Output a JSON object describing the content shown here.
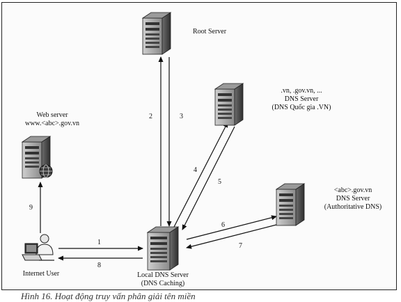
{
  "nodes": {
    "root_server": {
      "label": "Root Server"
    },
    "dns_vn": {
      "line1": ".vn, .gov.vn, ...",
      "line2": "DNS Server",
      "line3": "(DNS Quốc gia .VN)"
    },
    "web_server": {
      "line1": "Web server",
      "line2": "www.<abc>.gov.vn"
    },
    "auth_dns": {
      "line1": "<abc>.gov.vn",
      "line2": "DNS Server",
      "line3": "(Authoritative DNS)"
    },
    "internet_user": {
      "label": "Internet User"
    },
    "local_dns": {
      "line1": "Local DNS Server",
      "line2": "(DNS Caching)"
    }
  },
  "steps": [
    "1",
    "2",
    "3",
    "4",
    "5",
    "6",
    "7",
    "8",
    "9"
  ],
  "caption": "Hình 16. Hoạt động truy vấn phân giải tên miền"
}
